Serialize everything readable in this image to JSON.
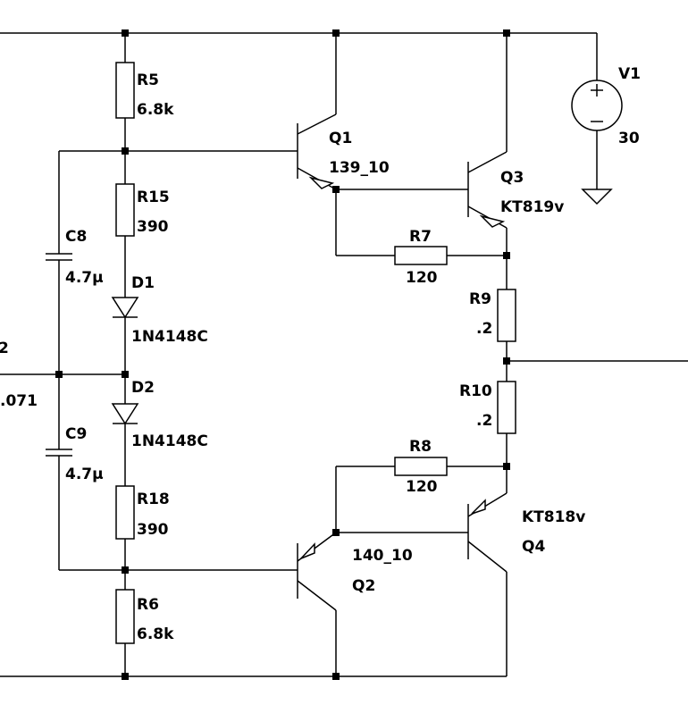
{
  "components": {
    "R5": {
      "name": "R5",
      "value": "6.8k"
    },
    "R15": {
      "name": "R15",
      "value": "390"
    },
    "C8": {
      "name": "C8",
      "value": "4.7µ"
    },
    "D1": {
      "name": "D1",
      "value": "1N4148C"
    },
    "D2": {
      "name": "D2",
      "value": "1N4148C"
    },
    "C9": {
      "name": "C9",
      "value": "4.7µ"
    },
    "R18": {
      "name": "R18",
      "value": "390"
    },
    "R6": {
      "name": "R6",
      "value": "6.8k"
    },
    "Q1": {
      "name": "Q1",
      "value": "139_10"
    },
    "Q2": {
      "name": "Q2",
      "value": "140_10"
    },
    "Q3": {
      "name": "Q3",
      "value": "KT819v"
    },
    "Q4": {
      "name": "Q4",
      "value": "KT818v"
    },
    "R7": {
      "name": "R7",
      "value": "120"
    },
    "R8": {
      "name": "R8",
      "value": "120"
    },
    "R9": {
      "name": "R9",
      "value": ".2"
    },
    "R10": {
      "name": "R10",
      "value": ".2"
    },
    "V1": {
      "name": "V1",
      "value": "30"
    }
  },
  "partial_labels": {
    "left_value": ".071",
    "left_name": "2"
  }
}
